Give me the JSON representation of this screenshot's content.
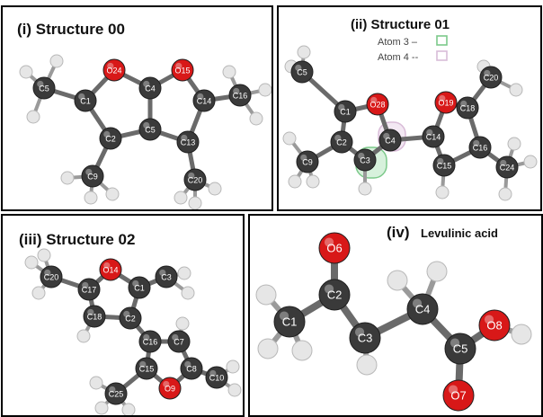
{
  "colors": {
    "carbon": "#3a3a3a",
    "oxygen": "#d81818",
    "hydrogen": "#e6e6e6",
    "bond": "#6a6a6a",
    "atom3_box": "#7cc98a",
    "atom4_box": "#d9bcd8"
  },
  "panels": [
    {
      "title": "(i) Structure 00",
      "labeled_atoms": [
        {
          "label": "C5",
          "el": "C"
        },
        {
          "label": "C1",
          "el": "C"
        },
        {
          "label": "O24",
          "el": "O"
        },
        {
          "label": "C4",
          "el": "C"
        },
        {
          "label": "O15",
          "el": "O"
        },
        {
          "label": "C14",
          "el": "C"
        },
        {
          "label": "C16",
          "el": "C"
        },
        {
          "label": "C2",
          "el": "C"
        },
        {
          "label": "C5",
          "el": "C"
        },
        {
          "label": "C13",
          "el": "C"
        },
        {
          "label": "C9",
          "el": "C"
        },
        {
          "label": "C20",
          "el": "C"
        }
      ]
    },
    {
      "title": "(ii) Structure 01",
      "legend": [
        "Atom 3 –",
        "Atom 4 --"
      ],
      "labeled_atoms": [
        {
          "label": "C5",
          "el": "C"
        },
        {
          "label": "C1",
          "el": "C"
        },
        {
          "label": "O28",
          "el": "O"
        },
        {
          "label": "C4",
          "el": "C"
        },
        {
          "label": "C14",
          "el": "C"
        },
        {
          "label": "O19",
          "el": "O"
        },
        {
          "label": "C18",
          "el": "C"
        },
        {
          "label": "C20",
          "el": "C"
        },
        {
          "label": "C2",
          "el": "C"
        },
        {
          "label": "C3",
          "el": "C"
        },
        {
          "label": "C9",
          "el": "C"
        },
        {
          "label": "C15",
          "el": "C"
        },
        {
          "label": "C16",
          "el": "C"
        },
        {
          "label": "C24",
          "el": "C"
        }
      ]
    },
    {
      "title": "(iii)  Structure 02",
      "labeled_atoms": [
        {
          "label": "C20",
          "el": "C"
        },
        {
          "label": "C17",
          "el": "C"
        },
        {
          "label": "O14",
          "el": "O"
        },
        {
          "label": "C1",
          "el": "C"
        },
        {
          "label": "C3",
          "el": "C"
        },
        {
          "label": "C18",
          "el": "C"
        },
        {
          "label": "C2",
          "el": "C"
        },
        {
          "label": "C16",
          "el": "C"
        },
        {
          "label": "C7",
          "el": "C"
        },
        {
          "label": "C15",
          "el": "C"
        },
        {
          "label": "C8",
          "el": "C"
        },
        {
          "label": "C10",
          "el": "C"
        },
        {
          "label": "O9",
          "el": "O"
        },
        {
          "label": "C25",
          "el": "C"
        }
      ]
    },
    {
      "title": "(iv)",
      "subtitle": "Levulinic acid",
      "labeled_atoms": [
        {
          "label": "O6",
          "el": "O"
        },
        {
          "label": "C2",
          "el": "C"
        },
        {
          "label": "C1",
          "el": "C"
        },
        {
          "label": "C3",
          "el": "C"
        },
        {
          "label": "C4",
          "el": "C"
        },
        {
          "label": "C5",
          "el": "C"
        },
        {
          "label": "O8",
          "el": "O"
        },
        {
          "label": "O7",
          "el": "O"
        }
      ]
    }
  ]
}
